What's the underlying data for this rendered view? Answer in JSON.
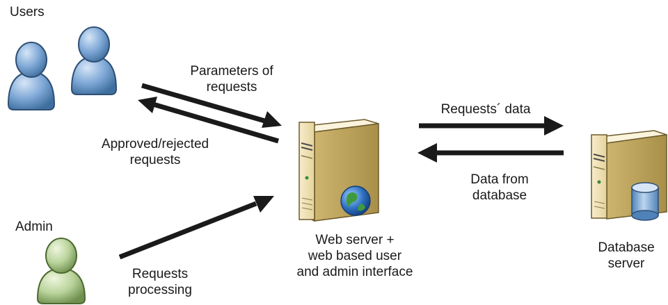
{
  "labels": {
    "users": "Users",
    "admin": "Admin",
    "params": [
      "Parameters of",
      "requests"
    ],
    "approved": [
      "Approved/rejected",
      "requests"
    ],
    "processing": [
      "Requests",
      "processing"
    ],
    "requests_data": "Requests´ data",
    "data_from_db": [
      "Data from",
      "database"
    ],
    "web_server": [
      "Web server +",
      "web based user",
      "and admin interface"
    ],
    "db_server": [
      "Database",
      "server"
    ]
  },
  "colors": {
    "user_fill": "#7fa8d6",
    "admin_fill": "#b9d39a",
    "arrow": "#1a1a1a",
    "server_fill": "#efe0b0"
  }
}
